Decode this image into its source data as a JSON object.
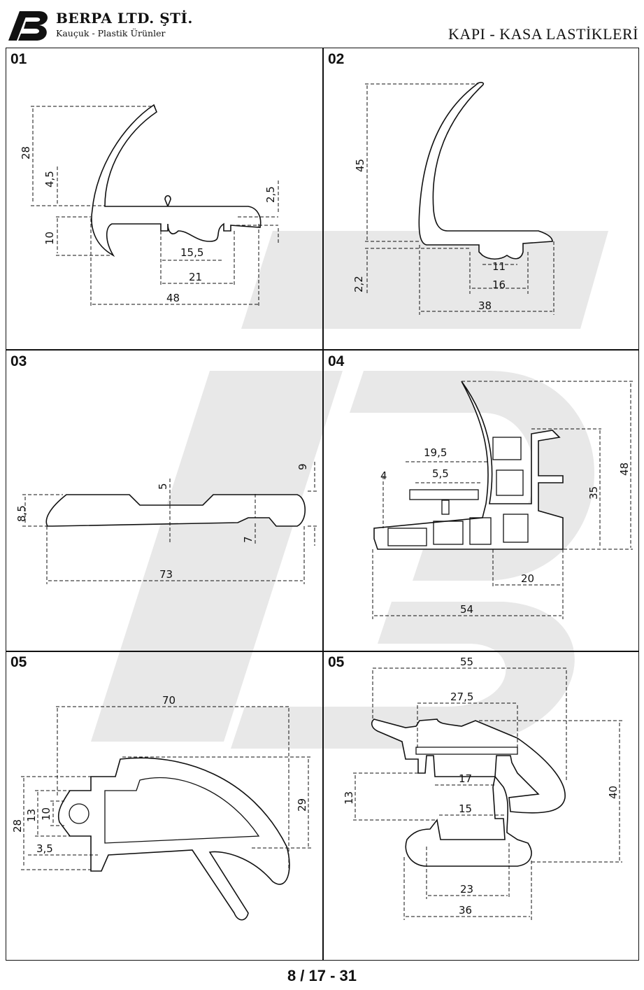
{
  "header": {
    "company": "BERPA LTD. ŞTİ.",
    "tagline": "Kauçuk - Plastik Ürünler",
    "title": "KAPI - KASA LASTİKLERİ"
  },
  "cells": [
    {
      "label": "01",
      "dims": [
        "28",
        "4,5",
        "2,5",
        "10",
        "15,5",
        "21",
        "48"
      ]
    },
    {
      "label": "02",
      "dims": [
        "45",
        "2,2",
        "11",
        "16",
        "38"
      ]
    },
    {
      "label": "03",
      "dims": [
        "8,5",
        "5",
        "9",
        "7",
        "73"
      ]
    },
    {
      "label": "04",
      "dims": [
        "19,5",
        "5,5",
        "4",
        "35",
        "48",
        "20",
        "54"
      ]
    },
    {
      "label": "05",
      "dims": [
        "70",
        "29",
        "28",
        "13",
        "10",
        "3,5"
      ]
    },
    {
      "label": "05",
      "dims": [
        "55",
        "27,5",
        "17",
        "13",
        "40",
        "15",
        "23",
        "36"
      ]
    }
  ],
  "footer": {
    "page_number": "8 / 17 - 31"
  },
  "colors": {
    "line": "#111111",
    "watermark": "#e6e6e6"
  }
}
